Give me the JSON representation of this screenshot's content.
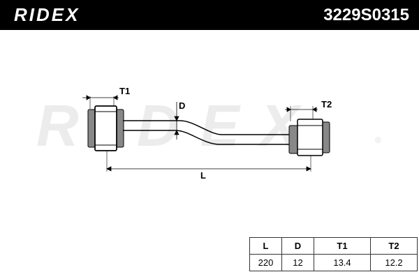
{
  "header": {
    "brand": "RIDEX",
    "part_number": "3229S0315"
  },
  "watermark": {
    "text": "RIDEX",
    "symbol": "®"
  },
  "diagram": {
    "labels": {
      "t1": "T1",
      "t2": "T2",
      "d": "D",
      "l": "L"
    }
  },
  "spec_table": {
    "headers": [
      "L",
      "D",
      "T1",
      "T2"
    ],
    "values": [
      "220",
      "12",
      "13.4",
      "12.2"
    ]
  },
  "colors": {
    "header_bg": "#000000",
    "header_text": "#ffffff",
    "line": "#000000",
    "bushing_fill": "#888888",
    "watermark": "#ececec"
  }
}
